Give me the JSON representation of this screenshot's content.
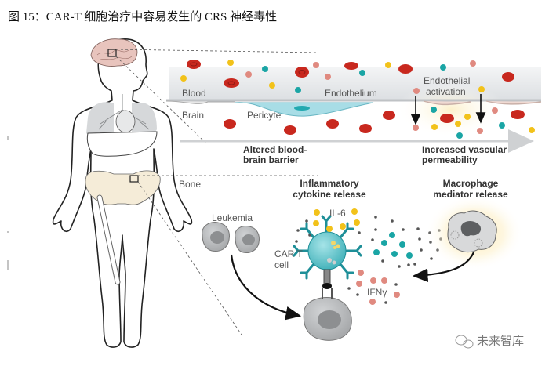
{
  "caption": "图 15：CAR-T 细胞治疗中容易发生的 CRS 神经毒性",
  "brain_panel": {
    "blood_label": "Blood",
    "brain_label": "Brain",
    "pericyte_label": "Pericyte",
    "endothelium_label": "Endothelium",
    "activation_label_line1": "Endothelial",
    "activation_label_line2": "activation",
    "bbb_label_line1": "Altered blood-",
    "bbb_label_line2": "brain barrier",
    "permeability_label_line1": "Increased vascular",
    "permeability_label_line2": "permeability"
  },
  "bone_panel": {
    "bone_label": "Bone",
    "inflammatory_line1": "Inflammatory",
    "inflammatory_line2": "cytokine release",
    "macrophage_line1": "Macrophage",
    "macrophage_line2": "mediator release",
    "leukemia_label": "Leukemia",
    "cart_line1": "CAR T",
    "cart_line2": "cell",
    "il6_label": "IL-6",
    "ifng_label": "IFNγ"
  },
  "colors": {
    "rbc": "#c8281e",
    "yellow": "#f2c21a",
    "teal": "#1aa5a5",
    "pink": "#e08a80",
    "vessel": "#e4e6e8",
    "pericyte": "#a8dde6",
    "cart": "#5cc6cc",
    "cell_gray": "#b4b6b8"
  },
  "watermark": "未来智库"
}
